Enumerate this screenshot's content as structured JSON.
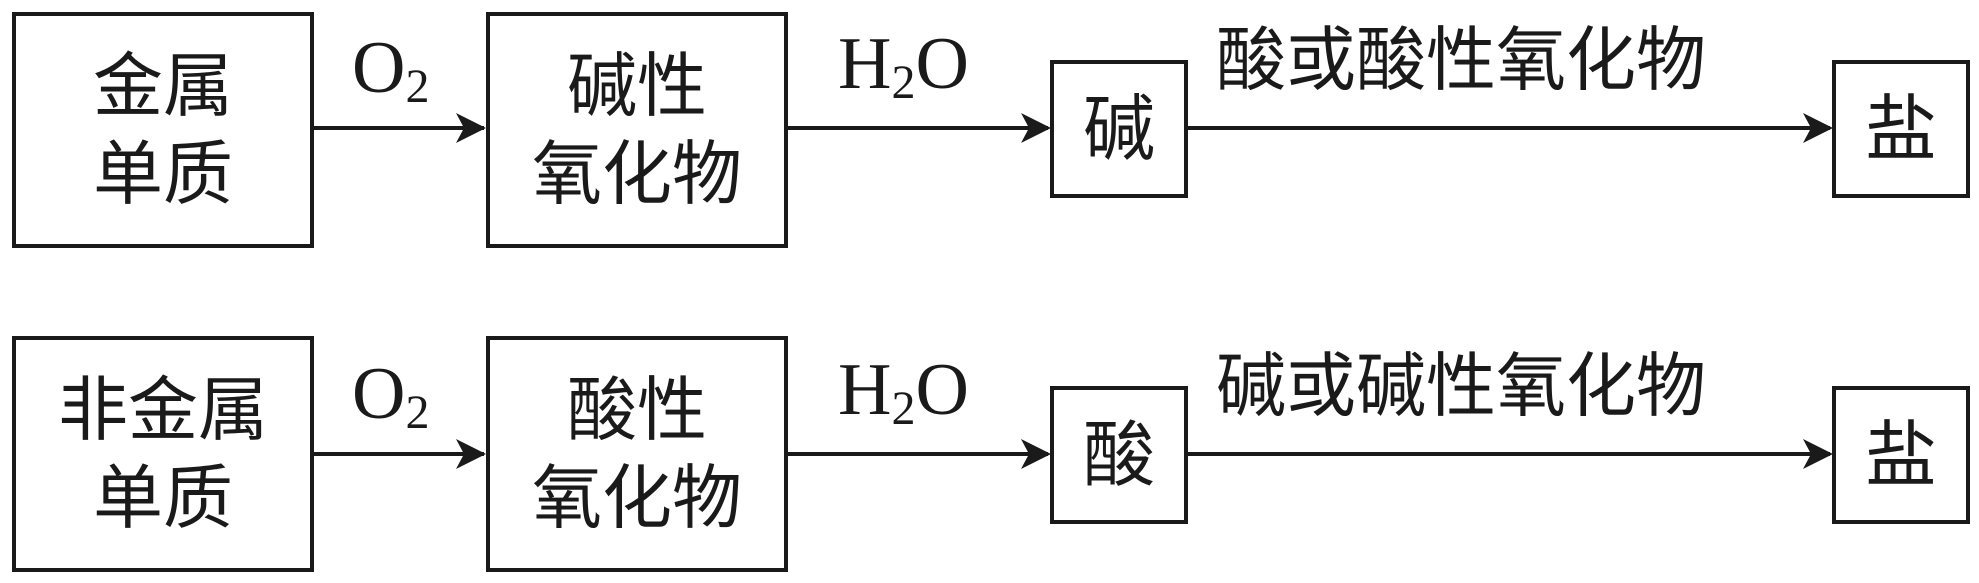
{
  "rows": [
    {
      "start": [
        "金属",
        "单质"
      ],
      "arrow1": {
        "base": "O",
        "sub": "2"
      },
      "oxide": [
        "碱性",
        "氧化物"
      ],
      "arrow2": {
        "pre": "H",
        "sub": "2",
        "post": "O"
      },
      "product": "碱",
      "arrow3": "酸或酸性氧化物",
      "end": "盐"
    },
    {
      "start": [
        "非金属",
        "单质"
      ],
      "arrow1": {
        "base": "O",
        "sub": "2"
      },
      "oxide": [
        "酸性",
        "氧化物"
      ],
      "arrow2": {
        "pre": "H",
        "sub": "2",
        "post": "O"
      },
      "product": "酸",
      "arrow3": "碱或碱性氧化物",
      "end": "盐"
    }
  ],
  "colors": {
    "line": "#1a1a1a",
    "background": "#ffffff"
  }
}
